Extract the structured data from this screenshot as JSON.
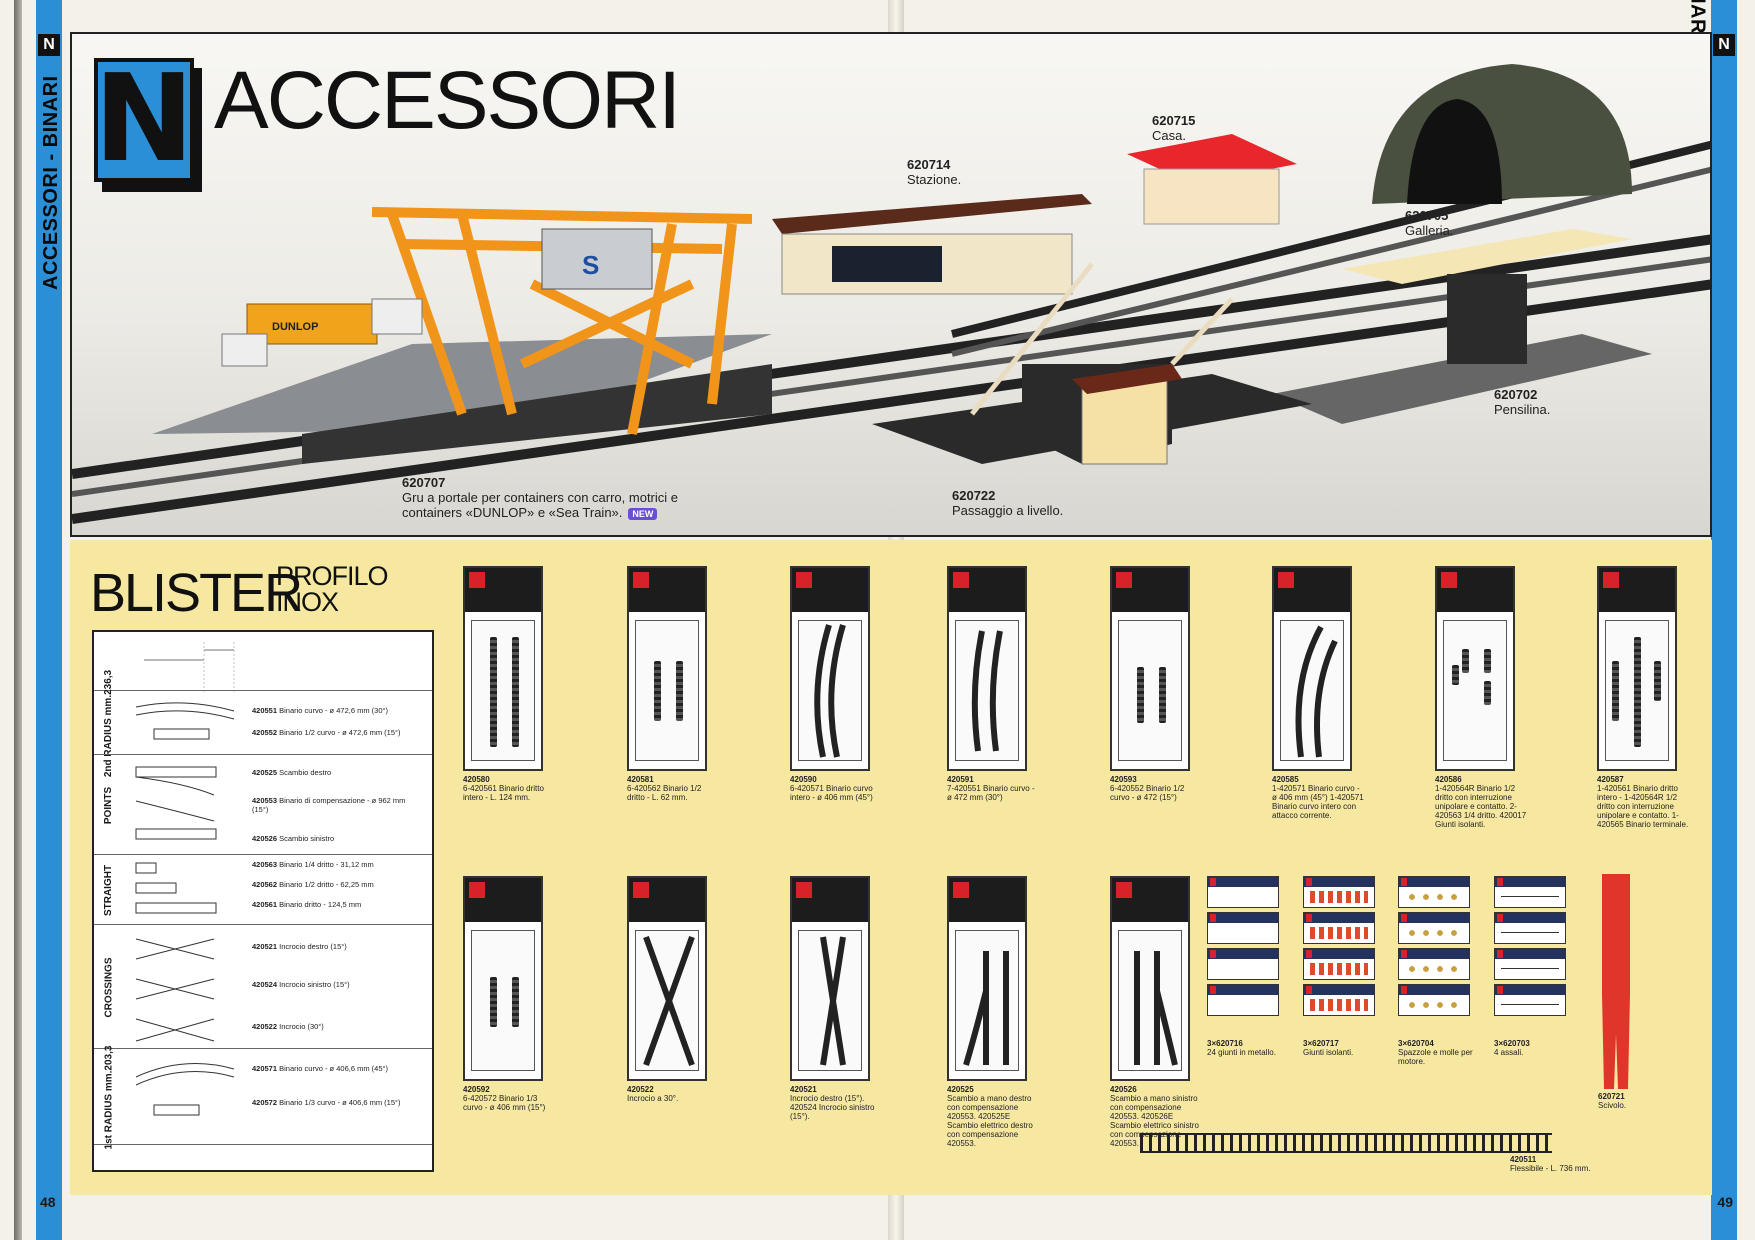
{
  "spine": {
    "left_text": "ACCESSORI - BINARI",
    "right_text": "ACCESSORI - BINARI",
    "badge": "N"
  },
  "pages": {
    "left": "48",
    "right": "49"
  },
  "header": {
    "logo_letter": "N",
    "title": "ACCESSORI"
  },
  "products": [
    {
      "code": "620707",
      "desc": "Gru a portale per containers con carro, motrici e containers «DUNLOP» e «Sea Train».",
      "badge": "NEW"
    },
    {
      "code": "620714",
      "desc": "Stazione."
    },
    {
      "code": "620715",
      "desc": "Casa."
    },
    {
      "code": "620705",
      "desc": "Galleria."
    },
    {
      "code": "620702",
      "desc": "Pensilina."
    },
    {
      "code": "620722",
      "desc": "Passaggio a livello."
    }
  ],
  "blister": {
    "title": "BLISTER",
    "sub1": "PROFILO",
    "sub2": "INOX"
  },
  "diagram": {
    "groups": [
      {
        "label": "2nd RADIUS mm.236,3",
        "items": [
          {
            "code": "420551",
            "text": "Binario curvo - ø 472,6 mm (30°)"
          },
          {
            "code": "420552",
            "text": "Binario 1/2 curvo - ø 472,6 mm (15°)"
          }
        ]
      },
      {
        "label": "POINTS",
        "items": [
          {
            "code": "420525",
            "text": "Scambio destro"
          },
          {
            "code": "420553",
            "text": "Binario di compensazione - ø 962 mm (15°)"
          },
          {
            "code": "420526",
            "text": "Scambio sinistro"
          }
        ]
      },
      {
        "label": "STRAIGHT",
        "items": [
          {
            "code": "420563",
            "text": "Binario 1/4 dritto - 31,12 mm"
          },
          {
            "code": "420562",
            "text": "Binario 1/2 dritto - 62,25 mm"
          },
          {
            "code": "420561",
            "text": "Binario dritto - 124,5 mm"
          }
        ]
      },
      {
        "label": "CROSSINGS",
        "items": [
          {
            "code": "420521",
            "text": "Incrocio destro (15°)"
          },
          {
            "code": "420524",
            "text": "Incrocio sinistro (15°)"
          },
          {
            "code": "420522",
            "text": "Incrocio (30°)"
          }
        ]
      },
      {
        "label": "1st RADIUS mm.203,3",
        "items": [
          {
            "code": "420571",
            "text": "Binario curvo - ø 406,6 mm (45°)"
          },
          {
            "code": "420572",
            "text": "Binario 1/3 curvo - ø 406,6 mm (15°)"
          }
        ]
      }
    ]
  },
  "packs_row1": [
    {
      "code": "420580",
      "text": "6-420561 Binario dritto intero - L. 124 mm."
    },
    {
      "code": "420581",
      "text": "6-420562 Binario 1/2 dritto - L. 62 mm."
    },
    {
      "code": "420590",
      "text": "6-420571 Binario curvo intero - ø 406 mm (45°)"
    },
    {
      "code": "420591",
      "text": "7-420551 Binario curvo - ø 472 mm (30°)"
    },
    {
      "code": "420593",
      "text": "6-420552 Binario 1/2 curvo - ø 472 (15°)"
    },
    {
      "code": "420585",
      "text": "1-420571 Binario curvo - ø 406 mm (45°) 1-420571 Binario curvo intero con attacco corrente."
    },
    {
      "code": "420586",
      "text": "1-420564R Binario 1/2 dritto con interruzione unipolare e contatto. 2-420563 1/4 dritto. 420017 Giunti isolanti."
    },
    {
      "code": "420587",
      "text": "1-420561 Binario dritto intero - 1-420564R 1/2 dritto con interruzione unipolare e contatto. 1-420565 Binario terminale."
    }
  ],
  "packs_row2": [
    {
      "code": "420592",
      "text": "6-420572 Binario 1/3 curvo - ø 406 mm (15°)"
    },
    {
      "code": "420522",
      "text": "Incrocio a 30°."
    },
    {
      "code": "420521",
      "text": "Incrocio destro (15°). 420524 Incrocio sinistro (15°)."
    },
    {
      "code": "420525",
      "text": "Scambio a mano destro con compensazione 420553. 420525E Scambio elettrico destro con compensazione 420553."
    },
    {
      "code": "420526",
      "text": "Scambio a mano sinistro con compensazione 420553. 420526E Scambio elettrico sinistro con compensazione 420553."
    }
  ],
  "small_packs": [
    {
      "code": "3×620716",
      "text": "24 giunti in metallo."
    },
    {
      "code": "3×620717",
      "text": "Giunti isolanti."
    },
    {
      "code": "3×620704",
      "text": "Spazzole e molle per motore."
    },
    {
      "code": "3×620703",
      "text": "4 assali."
    }
  ],
  "tool": {
    "code": "620721",
    "text": "Scivolo."
  },
  "flex": {
    "code": "420511",
    "text": "Flessibile - L. 736 mm."
  },
  "colors": {
    "spine": "#2a8fd6",
    "lower_bg": "#f6e8a1",
    "crane": "#f5a623"
  }
}
